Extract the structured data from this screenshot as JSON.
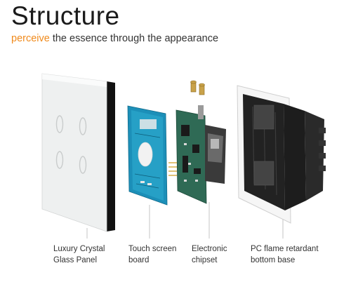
{
  "header": {
    "title": "Structure",
    "subtitle_accent": "perceive",
    "subtitle_rest": " the essence through the appearance"
  },
  "colors": {
    "accent": "#f08a1c",
    "pcb_blue": "#1c8fb8",
    "pcb_green": "#2f6a55",
    "glass": "#eef0f0",
    "base_black": "#1d1d1d"
  },
  "captions": [
    {
      "line1": "Luxury Crystal",
      "line2": "Glass Panel"
    },
    {
      "line1": "Touch screen",
      "line2": "board"
    },
    {
      "line1": "Electronic",
      "line2": "chipset"
    },
    {
      "line1": "PC flame retardant",
      "line2": "bottom base"
    }
  ]
}
